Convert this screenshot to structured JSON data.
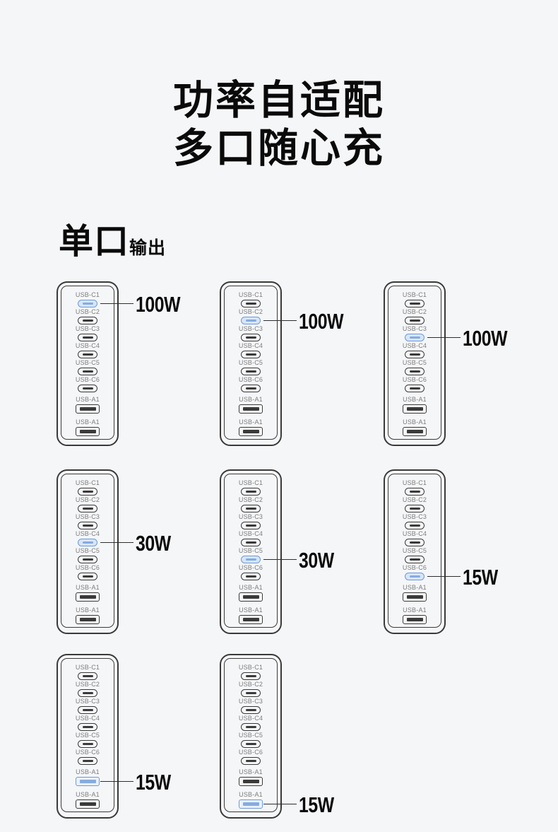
{
  "title": {
    "line1": "功率自适配",
    "line2": "多口随心充"
  },
  "section": {
    "heading_main": "单口",
    "heading_sub": "输出"
  },
  "colors": {
    "background": "#f5f6f8",
    "ink": "#0a0a0a",
    "outline": "#3a3a3a",
    "callout_line": "#2e2e2e",
    "port_label": "#7d7d7d",
    "highlight_border": "#6e9bd6",
    "highlight_fill": "#d7e5f8",
    "highlight_fill_a": "#e9f1fb",
    "highlight_bar": "#86acdf"
  },
  "charger_ports": [
    "USB-C1",
    "USB-C2",
    "USB-C3",
    "USB-C4",
    "USB-C5",
    "USB-C6",
    "USB-A1",
    "USB-A1"
  ],
  "chargers": [
    {
      "row": 0,
      "col": 0,
      "highlight_port": 0,
      "power": "100W"
    },
    {
      "row": 0,
      "col": 1,
      "highlight_port": 1,
      "power": "100W"
    },
    {
      "row": 0,
      "col": 2,
      "highlight_port": 2,
      "power": "100W"
    },
    {
      "row": 1,
      "col": 0,
      "highlight_port": 3,
      "power": "30W"
    },
    {
      "row": 1,
      "col": 1,
      "highlight_port": 4,
      "power": "30W"
    },
    {
      "row": 1,
      "col": 2,
      "highlight_port": 5,
      "power": "15W"
    },
    {
      "row": 2,
      "col": 0,
      "highlight_port": 6,
      "power": "15W"
    },
    {
      "row": 2,
      "col": 1,
      "highlight_port": 7,
      "power": "15W"
    }
  ]
}
